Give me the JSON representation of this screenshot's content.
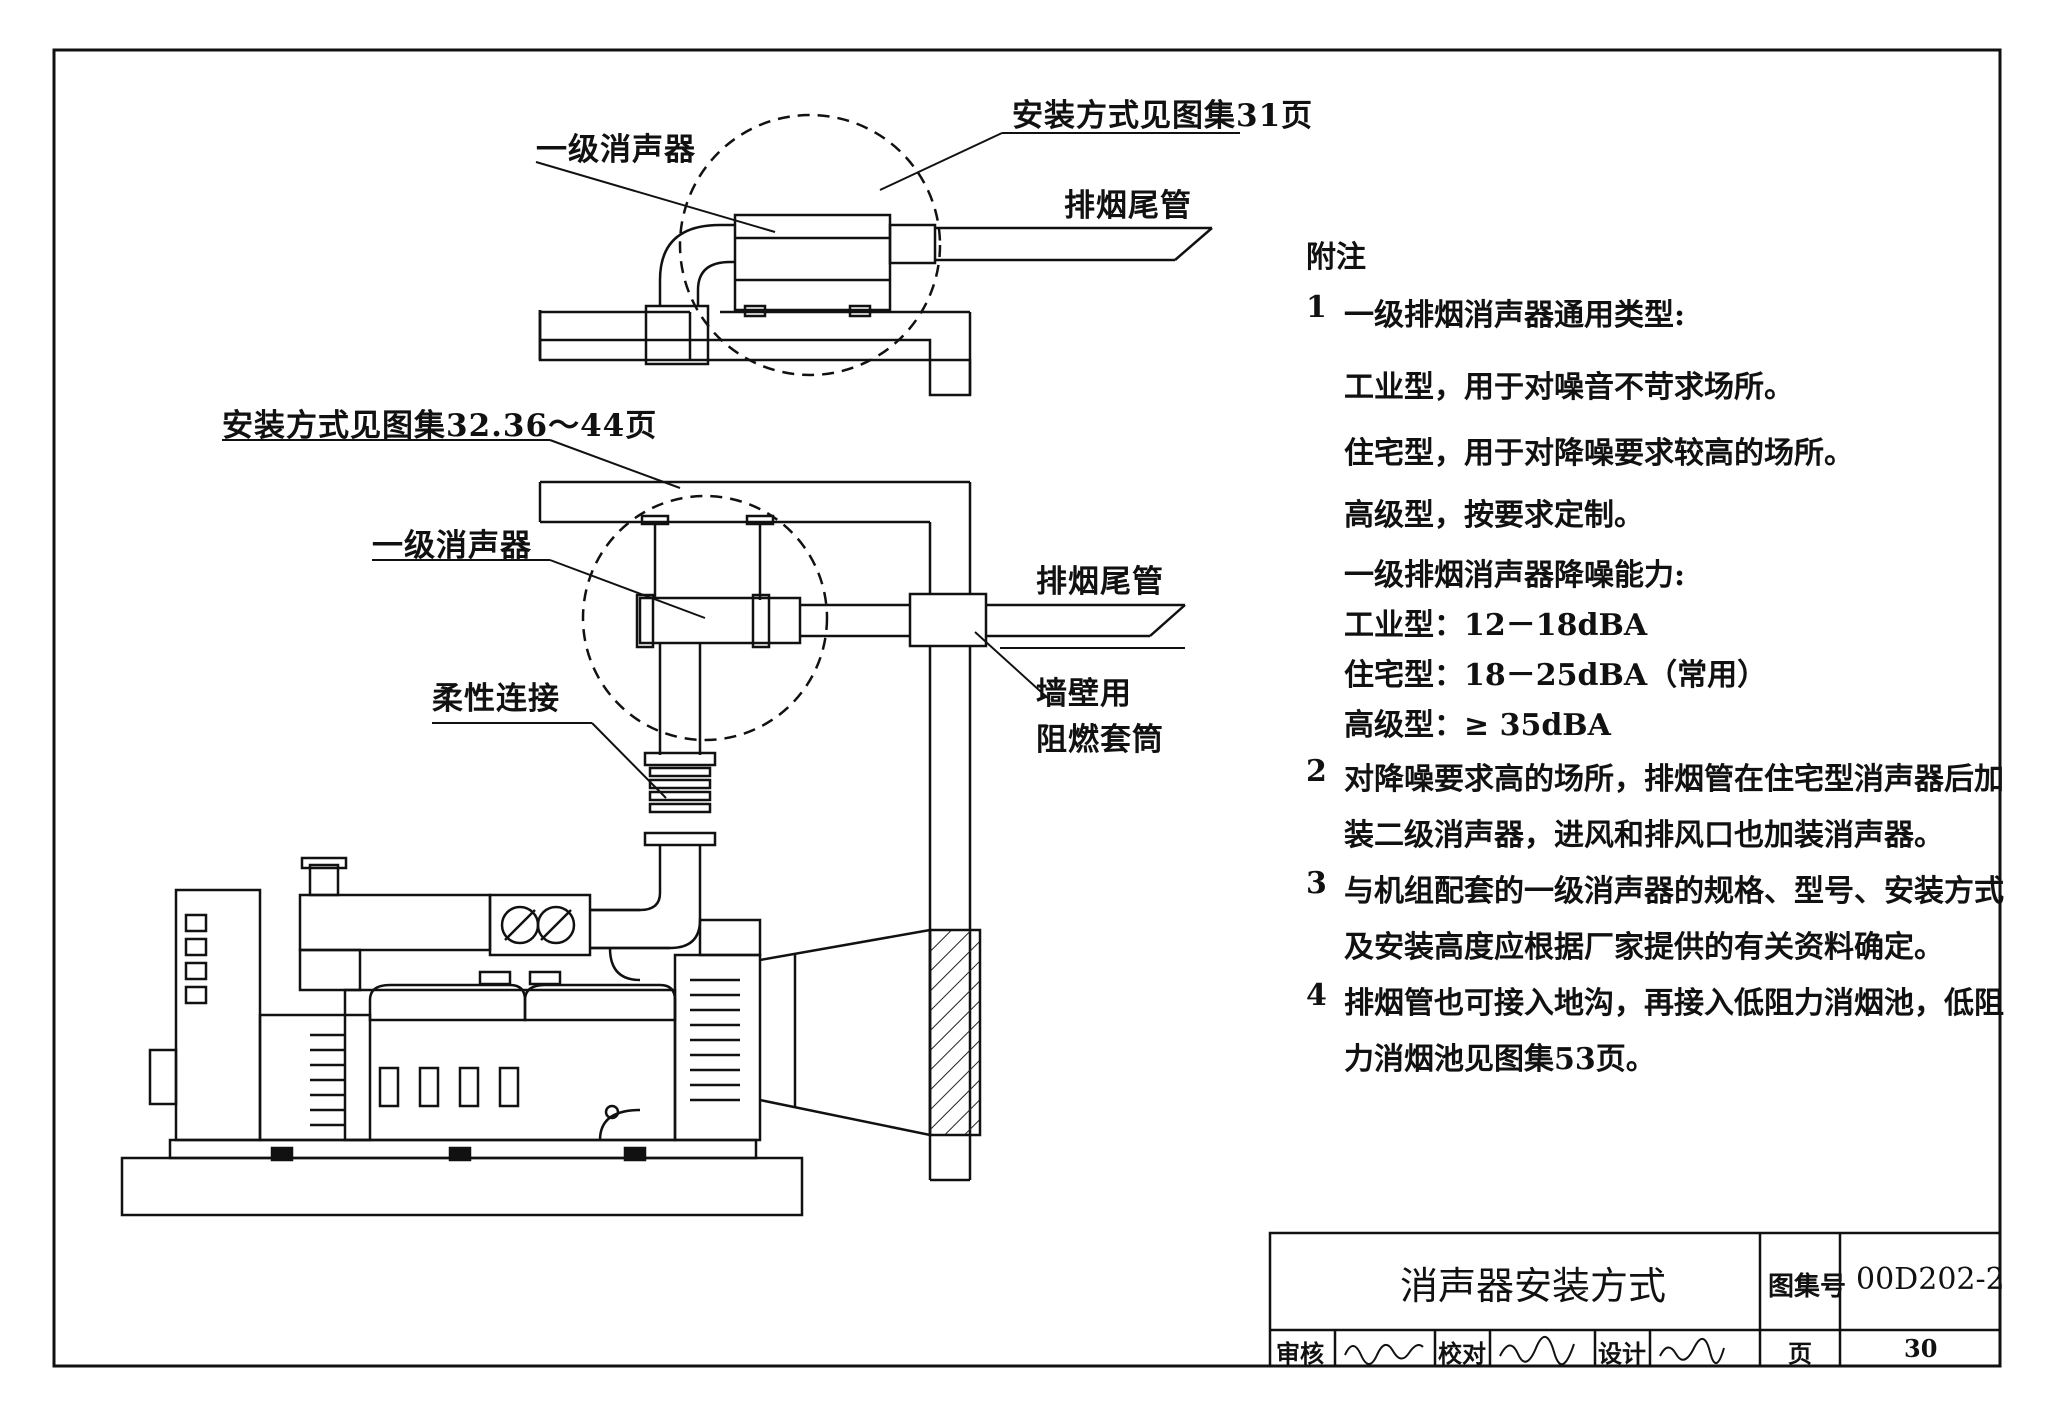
{
  "labels": {
    "top_muffler": "一级消声器",
    "top_install_ref": "安装方式见图集31页",
    "top_tailpipe": "排烟尾管",
    "main_install_ref": "安装方式见图集32.36～44页",
    "main_muffler": "一级消声器",
    "main_tailpipe": "排烟尾管",
    "flex_connection": "柔性连接",
    "wall_sleeve_line1": "墙壁用",
    "wall_sleeve_line2": "阻燃套筒"
  },
  "notes": {
    "title": "附注",
    "items": [
      {
        "num": "1",
        "text": "一级排烟消声器通用类型:"
      },
      {
        "num": "",
        "text": "工业型，用于对噪音不苛求场所。"
      },
      {
        "num": "",
        "text": "住宅型，用于对降噪要求较高的场所。"
      },
      {
        "num": "",
        "text": "高级型，按要求定制。"
      },
      {
        "num": "",
        "text": "一级排烟消声器降噪能力:"
      },
      {
        "num": "",
        "text": "工业型：12－18dBA"
      },
      {
        "num": "",
        "text": "住宅型：18－25dBA（常用）"
      },
      {
        "num": "",
        "text": "高级型：≥ 35dBA"
      },
      {
        "num": "2",
        "text": "对降噪要求高的场所，排烟管在住宅型消声器后加"
      },
      {
        "num": "",
        "text": "装二级消声器，进风和排风口也加装消声器。"
      },
      {
        "num": "3",
        "text": "与机组配套的一级消声器的规格、型号、安装方式"
      },
      {
        "num": "",
        "text": "及安装高度应根据厂家提供的有关资料确定。"
      },
      {
        "num": "4",
        "text": "排烟管也可接入地沟，再接入低阻力消烟池，低阻"
      },
      {
        "num": "",
        "text": "力消烟池见图集53页。"
      }
    ]
  },
  "title_block": {
    "title": "消声器安装方式",
    "atlas_label": "图集号",
    "atlas_no": "00D202-2",
    "page_label": "页",
    "page_no": "30",
    "review_label": "审核",
    "check_label": "校对",
    "design_label": "设计"
  }
}
